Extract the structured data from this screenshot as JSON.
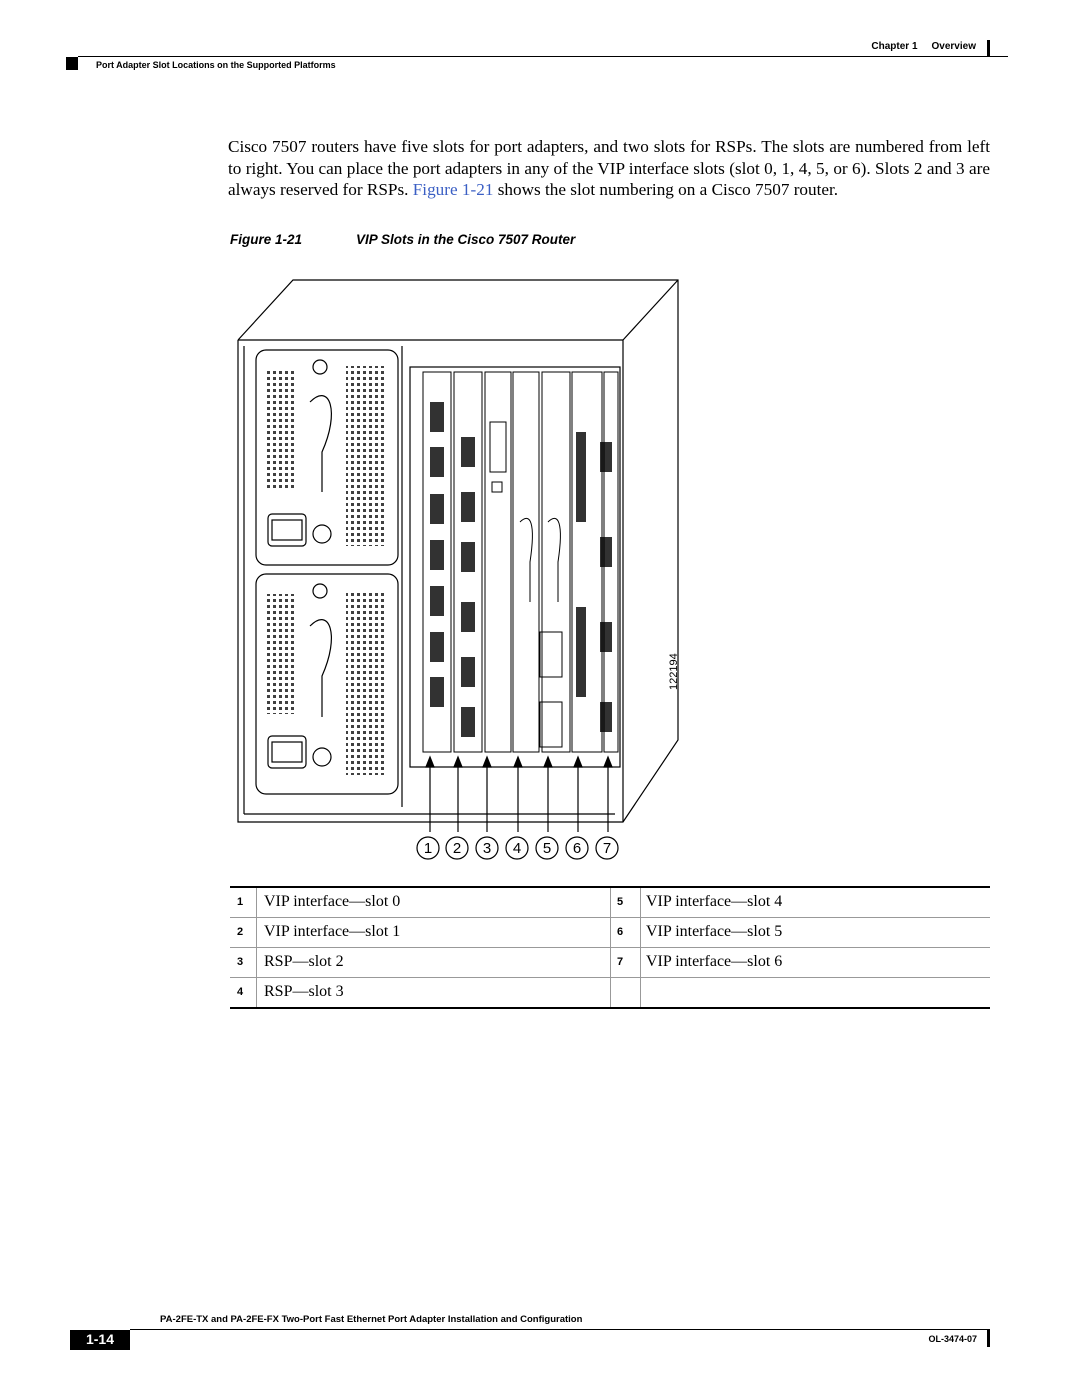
{
  "header": {
    "chapter_label": "Chapter 1",
    "chapter_title": "Overview",
    "section_title": "Port Adapter Slot Locations on the Supported Platforms"
  },
  "body": {
    "paragraph_part1": "Cisco 7507 routers have five slots for port adapters, and two slots for RSPs. The slots are numbered from left to right. You can place the port adapters in any of the VIP interface slots (slot 0, 1, 4, 5, or 6). Slots 2 and 3 are always reserved for RSPs. ",
    "paragraph_link": "Figure 1-21",
    "paragraph_part2": " shows the slot numbering on a Cisco 7507 router."
  },
  "figure": {
    "number": "Figure 1-21",
    "title": "VIP Slots in the Cisco 7507 Router",
    "id_label": "122194",
    "callouts": [
      "1",
      "2",
      "3",
      "4",
      "5",
      "6",
      "7"
    ]
  },
  "legend": [
    {
      "left_num": "1",
      "left_text": "VIP interface—slot 0",
      "right_num": "5",
      "right_text": "VIP interface—slot 4"
    },
    {
      "left_num": "2",
      "left_text": "VIP interface—slot 1",
      "right_num": "6",
      "right_text": "VIP interface—slot 5"
    },
    {
      "left_num": "3",
      "left_text": "RSP—slot 2",
      "right_num": "7",
      "right_text": "VIP interface—slot 6"
    },
    {
      "left_num": "4",
      "left_text": "RSP—slot 3",
      "right_num": "",
      "right_text": ""
    }
  ],
  "footer": {
    "doc_title": "PA-2FE-TX and PA-2FE-FX Two-Port Fast Ethernet Port Adapter Installation and Configuration",
    "page_number": "1-14",
    "doc_number": "OL-3474-07"
  }
}
